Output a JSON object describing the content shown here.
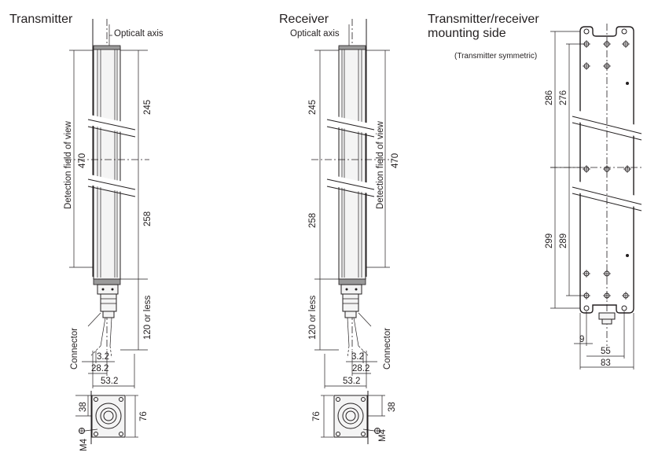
{
  "transmitter": {
    "title": "Transmitter",
    "optical_axis_label": "Opticalt axis",
    "detection_label": "Detection field of view",
    "dim_total": "470",
    "dim_upper": "245",
    "dim_lower": "258",
    "dim_cable": "120 or less",
    "connector_label": "Connector",
    "dim_3_2": "3.2",
    "dim_28_2": "28.2",
    "dim_53_2": "53.2",
    "dim_38": "38",
    "dim_76": "76",
    "screw_label": "M4"
  },
  "receiver": {
    "title": "Receiver",
    "optical_axis_label": "Opticalt axis",
    "detection_label": "Detection field of view",
    "dim_total": "470",
    "dim_upper": "245",
    "dim_lower": "258",
    "dim_cable": "120 or less",
    "connector_label": "Connector",
    "dim_3_2": "3.2",
    "dim_28_2": "28.2",
    "dim_53_2": "53.2",
    "dim_38": "38",
    "dim_76": "76",
    "screw_label": "M4"
  },
  "mounting": {
    "title_line1": "Transmitter/receiver",
    "title_line2": "mounting side",
    "note": "(Transmitter symmetric)",
    "dim_286": "286",
    "dim_276": "276",
    "dim_299": "299",
    "dim_289": "289",
    "dim_9": "9",
    "dim_55": "55",
    "dim_83": "83"
  }
}
